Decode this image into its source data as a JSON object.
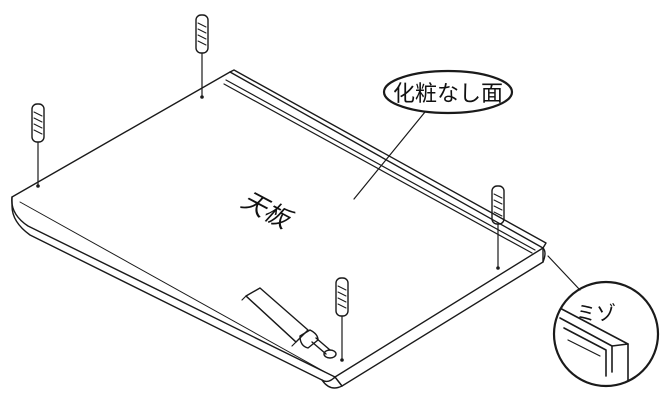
{
  "labels": {
    "board": "天板",
    "callout_surface": "化粧なし面",
    "callout_groove": "ミゾ"
  },
  "parts": {
    "dowels": 4,
    "glue_tube": 1
  },
  "colors": {
    "line": "#1a1a1a",
    "fill": "#ffffff"
  }
}
